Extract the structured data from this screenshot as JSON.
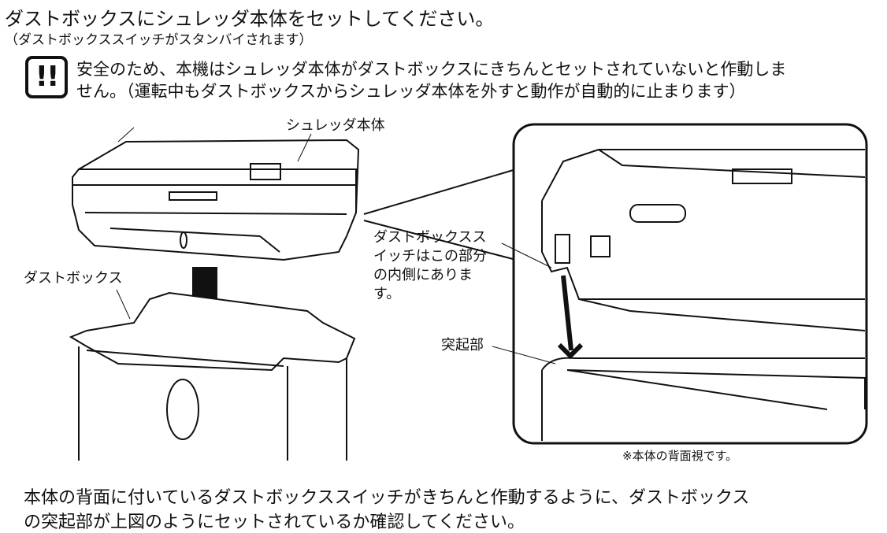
{
  "heading": {
    "title": "ダストボックスにシュレッダ本体をセットしてください。",
    "subtitle": "（ダストボックススイッチがスタンバイされます）"
  },
  "warning": {
    "icon": "exclamation-warning-icon",
    "icon_text": "!!",
    "line1": "安全のため、本機はシュレッダ本体がダストボックスにきちんとセットされていないと作動しま",
    "line2": "せん。（運転中もダストボックスからシュレッダ本体を外すと動作が自動的に止まります）"
  },
  "figure": {
    "label_shredder": "シュレッダ本体",
    "label_dustbox": "ダストボックス",
    "label_switch": "ダストボックススイッチはこの部分の内側にあります。",
    "label_projection": "突起部",
    "note": "※本体の背面視です。"
  },
  "body": {
    "line1": "本体の背面に付いているダストボックススイッチがきちんと作動するように、ダストボックス",
    "line2": "の突起部が上図のようにセットされているか確認してください。"
  }
}
